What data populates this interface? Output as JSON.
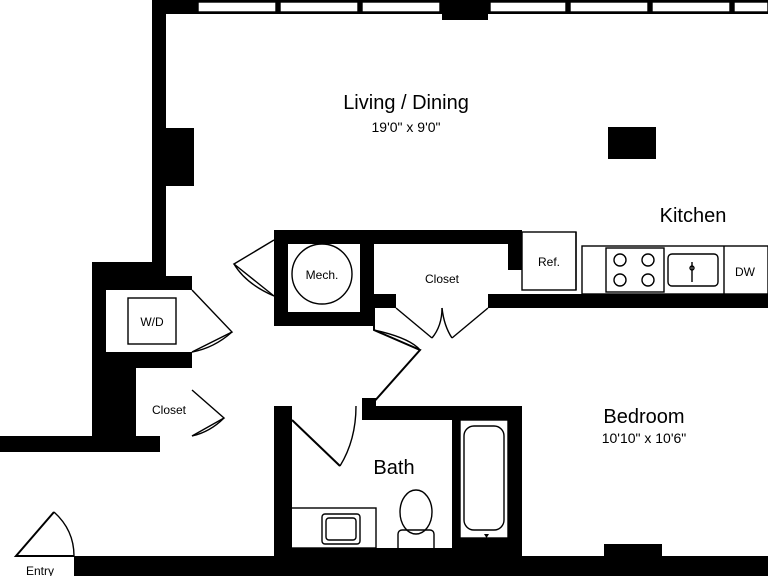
{
  "floorplan": {
    "rooms": {
      "living": {
        "name": "Living / Dining",
        "dims": "19'0\" x 9'0\""
      },
      "kitchen": {
        "name": "Kitchen"
      },
      "bedroom": {
        "name": "Bedroom",
        "dims": "10'10\" x 10'6\""
      },
      "bath": {
        "name": "Bath"
      },
      "closet_center": {
        "name": "Closet"
      },
      "closet_left": {
        "name": "Closet"
      },
      "entry": {
        "name": "Entry"
      }
    },
    "fixtures": {
      "mech": "Mech.",
      "washer_dryer": "W/D",
      "refrigerator": "Ref.",
      "dishwasher": "DW"
    }
  }
}
